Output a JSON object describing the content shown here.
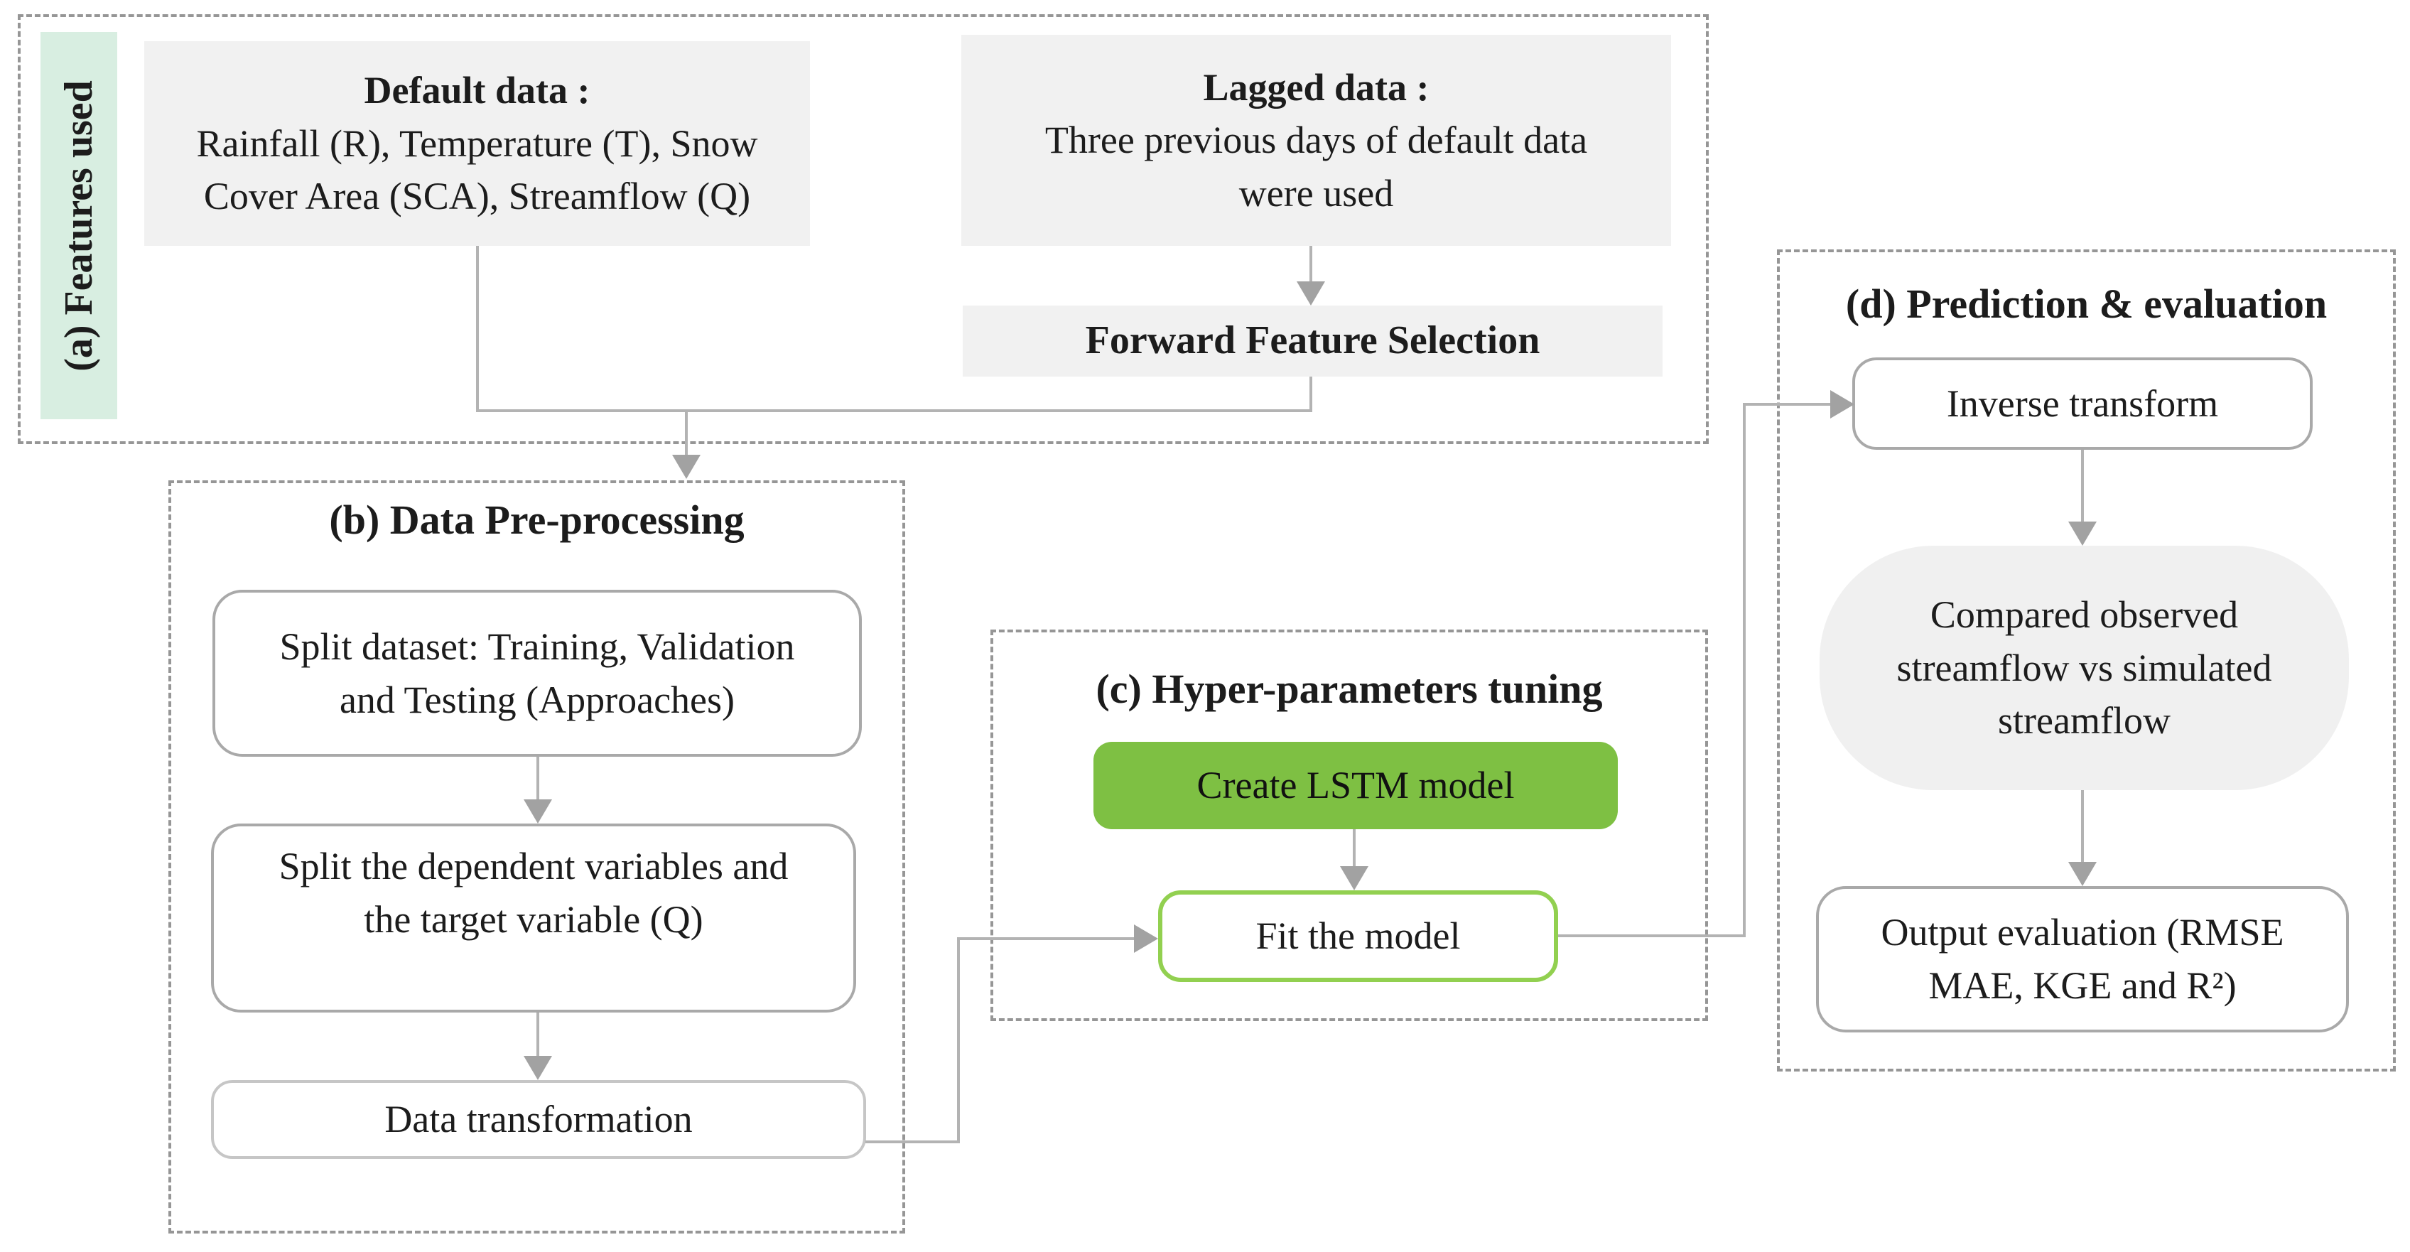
{
  "colors": {
    "background": "#ffffff",
    "node_gray": "#f1f1f1",
    "stadium_gray": "#f0f0f0",
    "mint_green": "#d8eee1",
    "lstm_green": "#7ec043",
    "fit_border_green": "#92d050",
    "line_gray": "#b3b3b3",
    "arrow_gray": "#a2a2a2",
    "dash_gray": "#969696",
    "node_border_gray": "#a9a9a9",
    "text_black": "#1c1c1c"
  },
  "sections": {
    "a": {
      "label": "(a) Features used"
    },
    "b": {
      "title": "(b) Data Pre-processing"
    },
    "c": {
      "title": "(c) Hyper-parameters tuning"
    },
    "d": {
      "title": "(d) Prediction & evaluation"
    }
  },
  "nodes": {
    "default_data": {
      "heading": "Default data :",
      "body": "Rainfall (R), Temperature (T), Snow Cover Area (SCA), Streamflow (Q)"
    },
    "lagged_data": {
      "heading": "Lagged data :",
      "body": "Three previous days of default data were used"
    },
    "forward_feature_selection": "Forward Feature Selection",
    "split_dataset": "Split dataset: Training, Validation and Testing (Approaches)",
    "split_variables": "Split the dependent variables and the target variable (Q)",
    "data_transformation": "Data transformation",
    "create_lstm": "Create LSTM model",
    "fit_model": "Fit the model",
    "inverse_transform": "Inverse transform",
    "compare_streamflow": "Compared observed streamflow vs simulated streamflow",
    "output_evaluation": "Output evaluation (RMSE MAE, KGE and R²)"
  }
}
